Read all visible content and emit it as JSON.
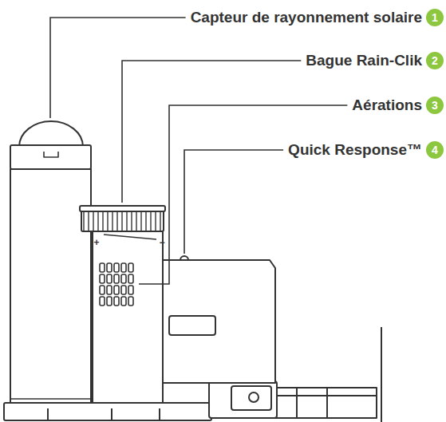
{
  "diagram": {
    "labels": [
      "Capteur de rayonnement solaire",
      "1",
      "Bague Rain-Clik",
      "2",
      "Aérations",
      "3",
      "Quick Response™",
      "4",
      "+",
      "−"
    ]
  }
}
